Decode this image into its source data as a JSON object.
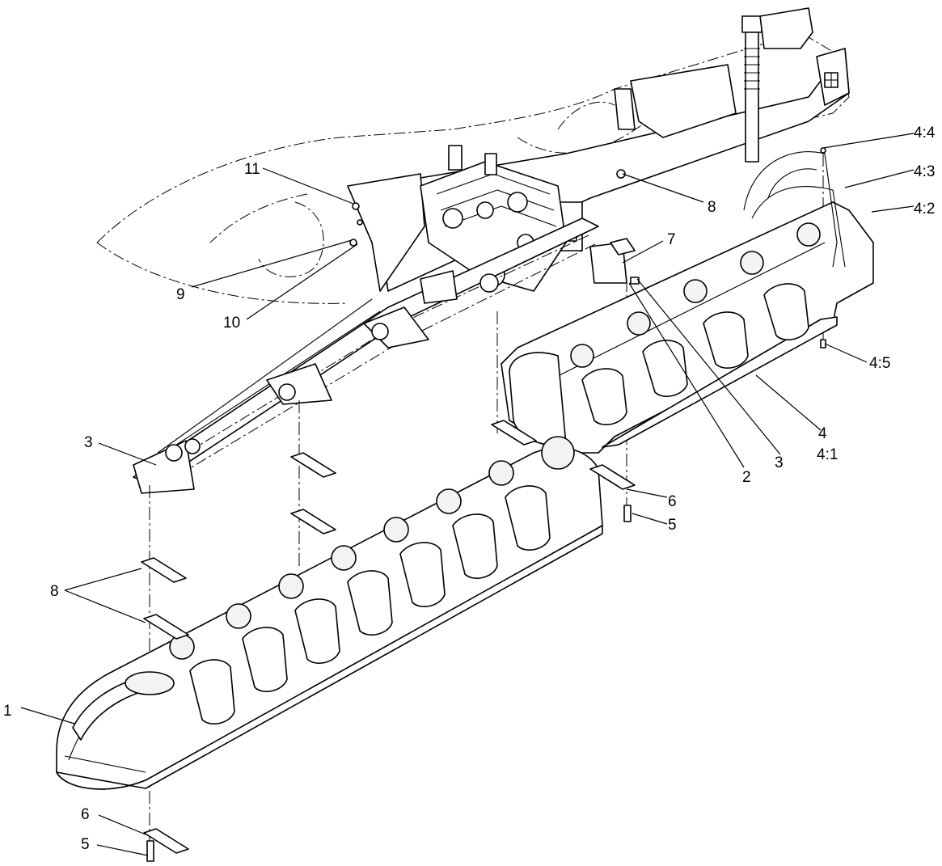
{
  "callouts": [
    {
      "id": "c11",
      "label": "11"
    },
    {
      "id": "c9",
      "label": "9"
    },
    {
      "id": "c10",
      "label": "10"
    },
    {
      "id": "c8top",
      "label": "8"
    },
    {
      "id": "c7",
      "label": "7"
    },
    {
      "id": "c44",
      "label": "4:4"
    },
    {
      "id": "c43",
      "label": "4:3"
    },
    {
      "id": "c42",
      "label": "4:2"
    },
    {
      "id": "c45",
      "label": "4:5"
    },
    {
      "id": "c4",
      "label": "4"
    },
    {
      "id": "c41",
      "label": "4:1"
    },
    {
      "id": "c3right",
      "label": "3"
    },
    {
      "id": "c2",
      "label": "2"
    },
    {
      "id": "c6right",
      "label": "6"
    },
    {
      "id": "c5right",
      "label": "5"
    },
    {
      "id": "c3left",
      "label": "3"
    },
    {
      "id": "c8left",
      "label": "8"
    },
    {
      "id": "c1",
      "label": "1"
    },
    {
      "id": "c6left",
      "label": "6"
    },
    {
      "id": "c5left",
      "label": "5"
    }
  ]
}
